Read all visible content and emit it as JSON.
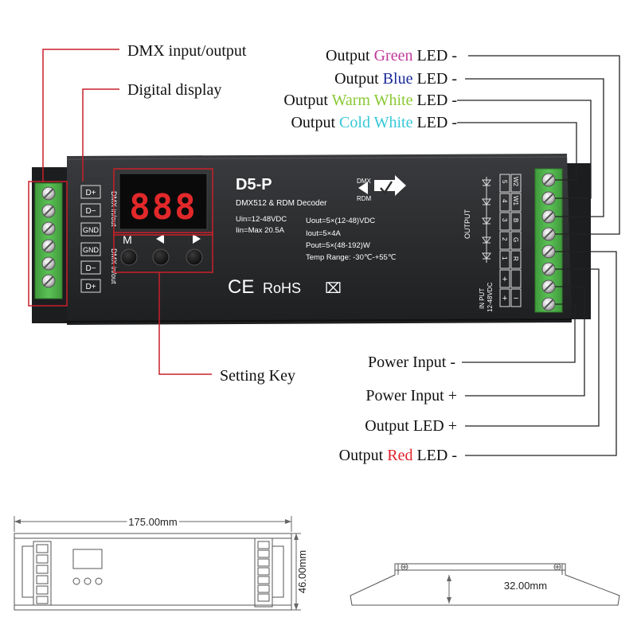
{
  "colors": {
    "green": "#c0389a",
    "blue": "#1a2a9a",
    "warm_white": "#8ac832",
    "cold_white": "#35c8d8",
    "red": "#e0202a",
    "callout_line": "#c8202a",
    "terminal_green": "#4fb34a",
    "device_body": "#2b2c2e"
  },
  "labels": {
    "dmx_io": "DMX input/output",
    "digital_display": "Digital display",
    "setting_key": "Setting Key",
    "out_green": {
      "prefix": "Output ",
      "color_word": "Green",
      "suffix": " LED -"
    },
    "out_blue": {
      "prefix": "Output ",
      "color_word": "Blue",
      "suffix": " LED -"
    },
    "out_warm": {
      "prefix": "Output ",
      "color_word": "Warm White",
      "suffix": " LED -"
    },
    "out_cold": {
      "prefix": "Output ",
      "color_word": "Cold White",
      "suffix": " LED -"
    },
    "power_minus": "Power Input -",
    "power_plus": "Power Input +",
    "output_led_plus": "Output LED +",
    "out_red": {
      "prefix": "Output ",
      "color_word": "Red",
      "suffix": " LED -"
    }
  },
  "device": {
    "model": "D5-P",
    "subtitle": "DMX512 & RDM Decoder",
    "display_digits": "888",
    "uin": "Uin=12-48VDC",
    "iin": "Iin=Max 20.5A",
    "uout": "Uout=5×(12-48)VDC",
    "iout": "Iout=5×4A",
    "pout": "Pout=5×(48-192)W",
    "temp": "Temp Range: -30℃-+55℃",
    "ce": "CE",
    "rohs": "RoHS",
    "weee": "⌧",
    "key_m": "M",
    "dmx_label": "DMX",
    "rdm_label": "RDM",
    "dmx_inout_label": "DMX in/out",
    "left_pins": [
      "D+",
      "D−",
      "GND",
      "GND",
      "D−",
      "D+"
    ],
    "output_label": "OUTPUT",
    "input_label": "IN PUT",
    "input_voltage": "12-48VDC",
    "right_pin_numbers": [
      "5",
      "4",
      "3",
      "2",
      "1"
    ],
    "right_pin_channels": [
      "W2",
      "W1",
      "B",
      "G",
      "R"
    ],
    "plus_marks": [
      "+",
      "+"
    ],
    "minus_mark": "−"
  },
  "dimensions": {
    "length": "175.00mm",
    "width": "46.00mm",
    "height": "32.00mm"
  }
}
